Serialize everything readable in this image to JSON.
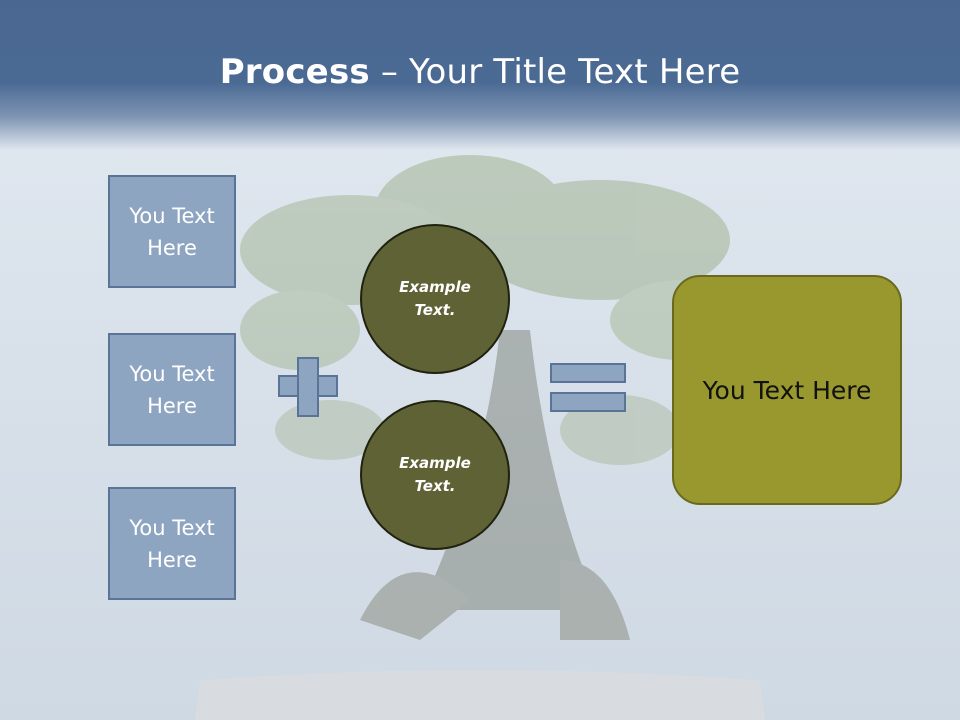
{
  "slide": {
    "title_bold": "Process",
    "title_rest": " – Your Title Text Here",
    "left_boxes": [
      "You Text Here",
      "You Text Here",
      "You Text Here"
    ],
    "circles": [
      "Example Text.",
      "Example Text."
    ],
    "result": "You Text Here"
  },
  "colors": {
    "title_band": "#4a6a94",
    "box_fill": "#8ea5c2",
    "box_border": "#5a7498",
    "circle_fill": "#5e6235",
    "result_fill": "#98982f"
  },
  "icons": [
    "plus-icon",
    "equals-icon"
  ]
}
